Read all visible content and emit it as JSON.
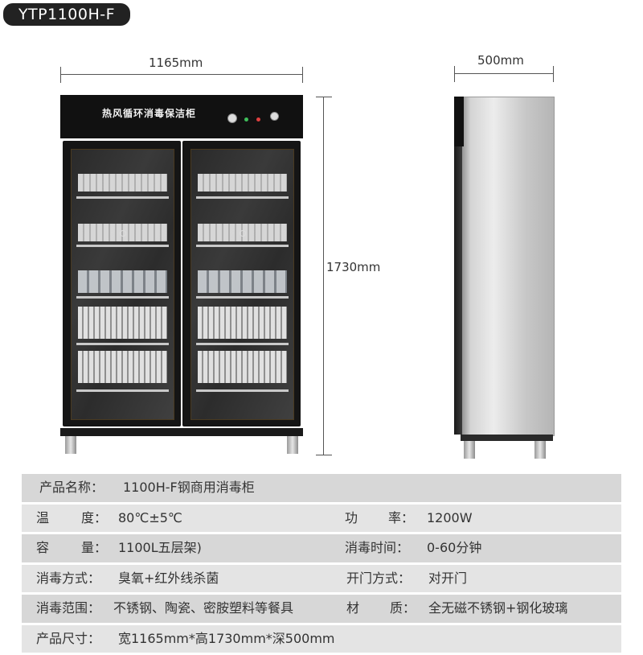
{
  "model": "YTP1100H-F",
  "dimensions": {
    "width": "1165mm",
    "height": "1730mm",
    "depth": "500mm"
  },
  "cabinet_front": {
    "title": "热风循环消毒保洁柜"
  },
  "specs": {
    "name_label": "产品名称：",
    "name_value": "1100H-F钢商用消毒柜",
    "temp_label_1": "温",
    "temp_label_2": "度：",
    "temp_value": "80℃±5℃",
    "power_label_1": "功",
    "power_label_2": "率：",
    "power_value": "1200W",
    "capacity_label_1": "容",
    "capacity_label_2": "量：",
    "capacity_value": "1100L五层架)",
    "time_label": "消毒时间：",
    "time_value": "0-60分钟",
    "method_label": "消毒方式：",
    "method_value": "臭氧+红外线杀菌",
    "door_label": "开门方式：",
    "door_value": "对开门",
    "range_label": "消毒范围：",
    "range_value": "不锈钢、陶瓷、密胺塑料等餐具",
    "material_label_1": "材",
    "material_label_2": "质：",
    "material_value": "全无磁不锈钢+钢化玻璃",
    "size_label": "产品尺寸：",
    "size_value": "宽1165mm*高1730mm*深500mm"
  },
  "colors": {
    "badge_bg": "#222222",
    "row_dark": "#d7d7d7",
    "row_light": "#e4e4e4"
  }
}
